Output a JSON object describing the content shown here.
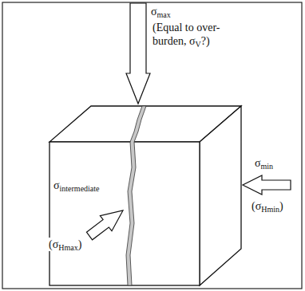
{
  "diagram": {
    "labels": [
      "σmax",
      "(Equal to over-burden, σV?)",
      "σintermediate",
      "(σHmax)",
      "σmin",
      "(σHmin)"
    ]
  }
}
